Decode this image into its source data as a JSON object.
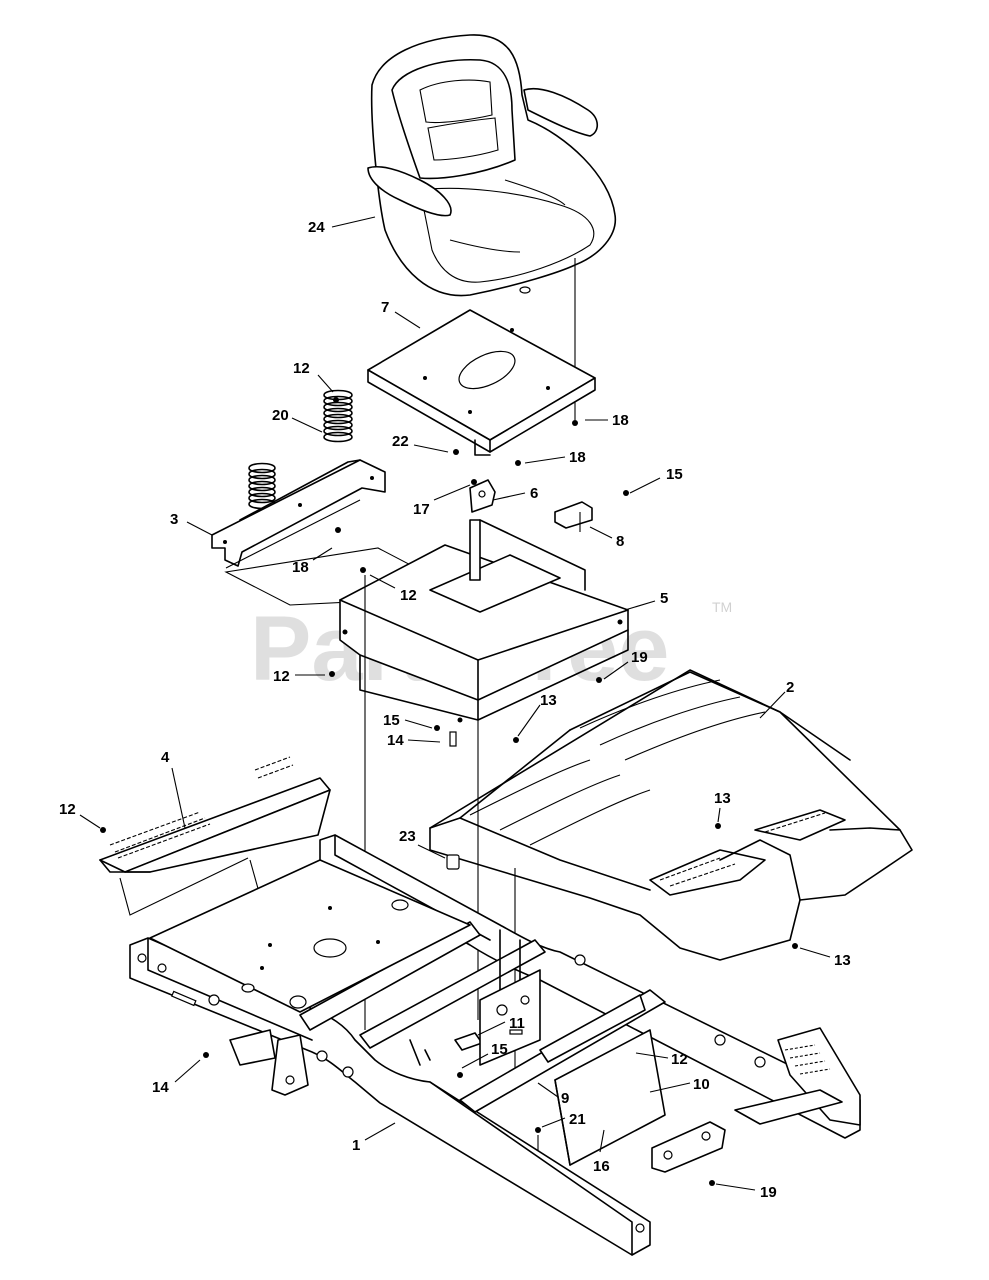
{
  "watermark": {
    "text": "PartsTree",
    "tm": "TM"
  },
  "callouts": {
    "c24": "24",
    "c7": "7",
    "c12a": "12",
    "c20": "20",
    "c22": "22",
    "c18a": "18",
    "c18b": "18",
    "c17": "17",
    "c6": "6",
    "c15a": "15",
    "c8": "8",
    "c3": "3",
    "c18c": "18",
    "c12b": "12",
    "c5": "5",
    "c12c": "12",
    "c19a": "19",
    "c2": "2",
    "c15b": "15",
    "c13a": "13",
    "c14a": "14",
    "c4": "4",
    "c12d": "12",
    "c13b": "13",
    "c23": "23",
    "c13c": "13",
    "c11": "11",
    "c15c": "15",
    "c12e": "12",
    "c10": "10",
    "c9": "9",
    "c14b": "14",
    "c21": "21",
    "c1": "1",
    "c16": "16",
    "c19b": "19"
  }
}
